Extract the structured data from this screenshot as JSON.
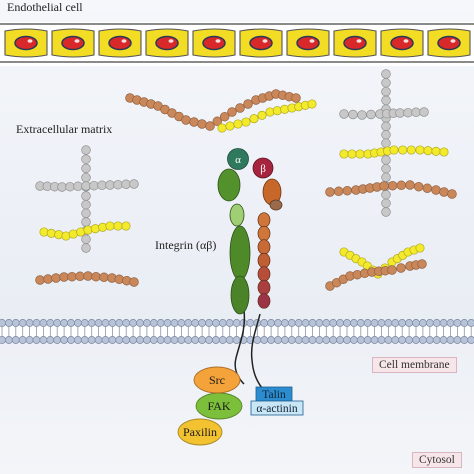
{
  "labels": {
    "endothelial_cell": "Endothelial cell",
    "extracellular_matrix": "Extracellular matrix",
    "integrin": "Integrin (αβ)",
    "cell_membrane": "Cell membrane",
    "cytosol": "Cytosol"
  },
  "integrin": {
    "alpha": "α",
    "beta": "β"
  },
  "proteins": {
    "src": "Src",
    "fak": "FAK",
    "paxilin": "Paxilin",
    "talin": "Talin",
    "actinin": "α-actinin"
  },
  "colors": {
    "endothelial_cell": "#f2dc24",
    "nucleus": "#d9282a",
    "collagen_brown": "#c9875a",
    "laminin_yellow": "#f4ea2c",
    "fibronectin_gray": "#c8c8c8",
    "integrin_alpha": "#4e8a2a",
    "integrin_beta": "#c8672a",
    "membrane_head": "#b7c3d8",
    "src": "#f4a23a",
    "fak": "#7cbf3a",
    "paxilin": "#f2c230",
    "talin": "#2b8ccf"
  }
}
